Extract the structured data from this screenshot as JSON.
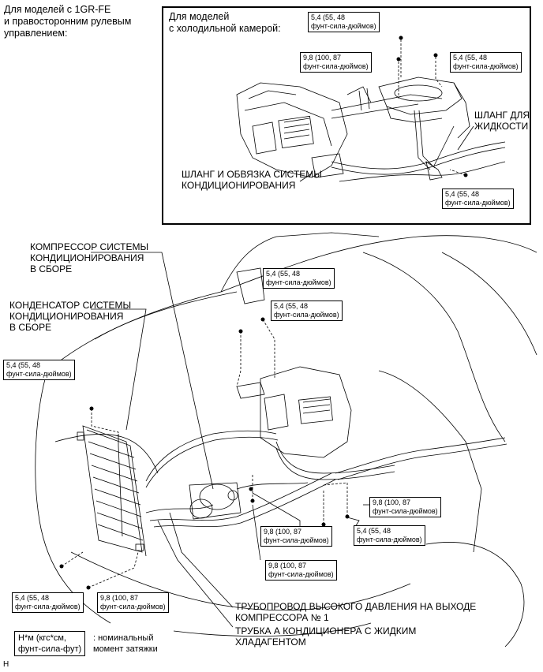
{
  "header": {
    "lines": [
      "Для моделей с 1GR-FE",
      "и правосторонним рулевым",
      "управлением:"
    ]
  },
  "inset": {
    "title_lines": [
      "Для моделей",
      "с холодильной камерой:"
    ],
    "hose_assembly_lines": [
      "ШЛАНГ И ОБВЯЗКА СИСТЕМЫ",
      "КОНДИЦИОНИРОВАНИЯ"
    ],
    "liquid_hose_lines": [
      "ШЛАНГ ДЛЯ",
      "ЖИДКОСТИ"
    ],
    "torques": [
      {
        "value": "5,4 (55, 48",
        "unit": "фунт-сила-дюймов)"
      },
      {
        "value": "9,8 (100, 87",
        "unit": "фунт-сила-дюймов)"
      },
      {
        "value": "5,4 (55, 48",
        "unit": "фунт-сила-дюймов)"
      },
      {
        "value": "5,4 (55, 48",
        "unit": "фунт-сила-дюймов)"
      }
    ]
  },
  "main": {
    "compressor_lines": [
      "КОМПРЕССОР СИСТЕМЫ",
      "КОНДИЦИОНИРОВАНИЯ",
      "В СБОРЕ"
    ],
    "condenser_lines": [
      "КОНДЕНСАТОР СИСТЕМЫ",
      "КОНДИЦИОНИРОВАНИЯ",
      "В СБОРЕ"
    ],
    "discharge_pipe_lines": [
      "ТРУБОПРОВОД ВЫСОКОГО ДАВЛЕНИЯ НА ВЫХОДЕ",
      "КОМПРЕССОРА № 1"
    ],
    "liquid_tube_lines": [
      "ТРУБКА А КОНДИЦИОНЕРА С ЖИДКИМ",
      "ХЛАДАГЕНТОМ"
    ],
    "torques": [
      {
        "value": "5,4 (55, 48",
        "unit": "фунт-сила-дюймов)"
      },
      {
        "value": "5,4 (55, 48",
        "unit": "фунт-сила-дюймов)"
      },
      {
        "value": "5,4 (55, 48",
        "unit": "фунт-сила-дюймов)"
      },
      {
        "value": "9,8 (100, 87",
        "unit": "фунт-сила-дюймов)"
      },
      {
        "value": "5,4 (55, 48",
        "unit": "фунт-сила-дюймов)"
      },
      {
        "value": "9,8 (100, 87",
        "unit": "фунт-сила-дюймов)"
      },
      {
        "value": "9,8 (100, 87",
        "unit": "фунт-сила-дюймов)"
      },
      {
        "value": "5,4 (55, 48",
        "unit": "фунт-сила-дюймов)"
      },
      {
        "value": "9,8 (100, 87",
        "unit": "фунт-сила-дюймов)"
      }
    ]
  },
  "legend": {
    "unit_lines": [
      "Н*м (кгс*см,",
      "фунт-сила-фут)"
    ],
    "desc_lines": [
      ": номинальный",
      "момент затяжки"
    ]
  },
  "corner_mark": "H"
}
